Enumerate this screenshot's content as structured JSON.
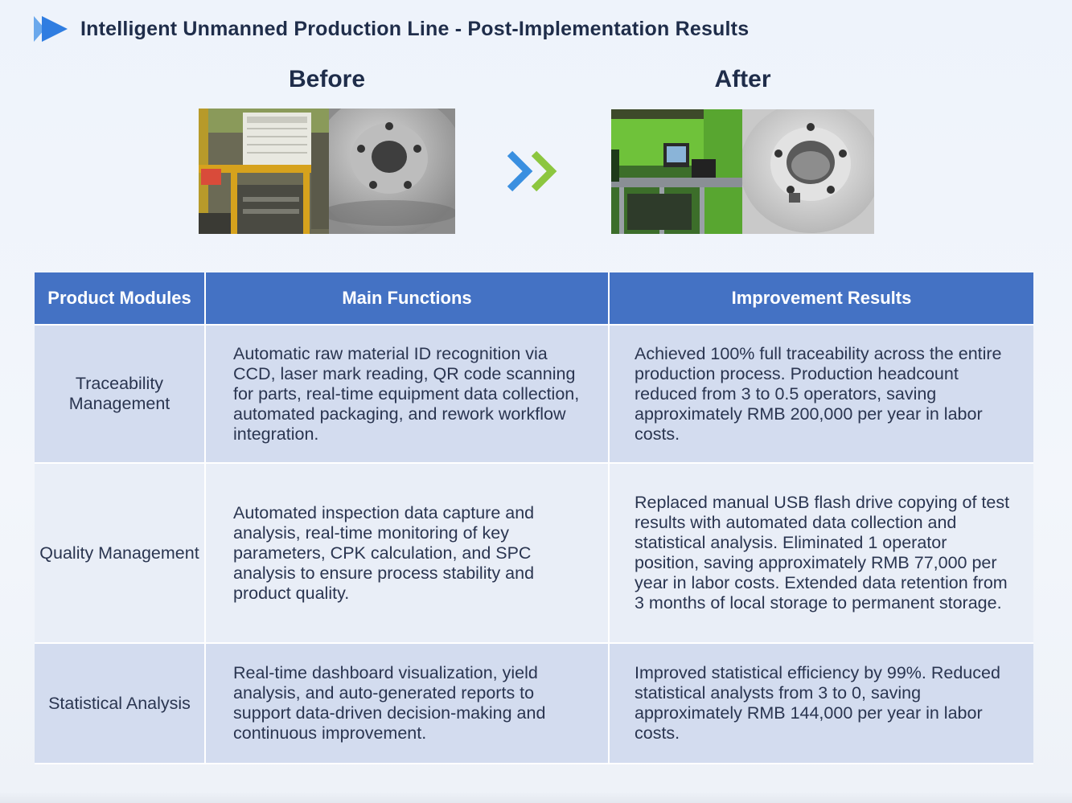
{
  "header": {
    "title": "Intelligent Unmanned Production Line - Post-Implementation Results",
    "icon": "double-chevron-right-icon",
    "accent_color": "#2f7de1"
  },
  "comparison": {
    "before_label": "Before",
    "after_label": "After",
    "transition_icon": "double-chevron-right-icon",
    "transition_colors": [
      "#3a8fe0",
      "#8cc63f"
    ]
  },
  "table": {
    "header_color": "#4472c4",
    "columns": [
      "Product Modules",
      "Main Functions",
      "Improvement Results"
    ],
    "rows": [
      {
        "module": "Traceability Management",
        "functions": "Automatic raw material ID recognition via CCD, laser mark reading, QR code scanning for parts, real-time equipment data collection, automated packaging, and rework workflow integration.",
        "results": "Achieved 100% full traceability across the entire production process. Production headcount reduced from 3 to 0.5 operators, saving approximately RMB 200,000 per year in labor costs."
      },
      {
        "module": "Quality Management",
        "functions": "Automated inspection data capture and analysis, real-time monitoring of key parameters, CPK calculation, and SPC analysis to ensure process stability and product quality.",
        "results": "Replaced manual USB flash drive copying of test results with automated data collection and statistical analysis. Eliminated 1 operator position, saving approximately RMB 77,000 per year in labor costs. Extended data retention from 3 months of local storage to permanent storage."
      },
      {
        "module": "Statistical Analysis",
        "functions": "Real-time dashboard visualization, yield analysis, and auto-generated reports to support data-driven decision-making and continuous improvement.",
        "results": "Improved statistical efficiency by 99%. Reduced statistical analysts from 3 to 0, saving approximately RMB 144,000 per year in labor costs."
      }
    ]
  }
}
